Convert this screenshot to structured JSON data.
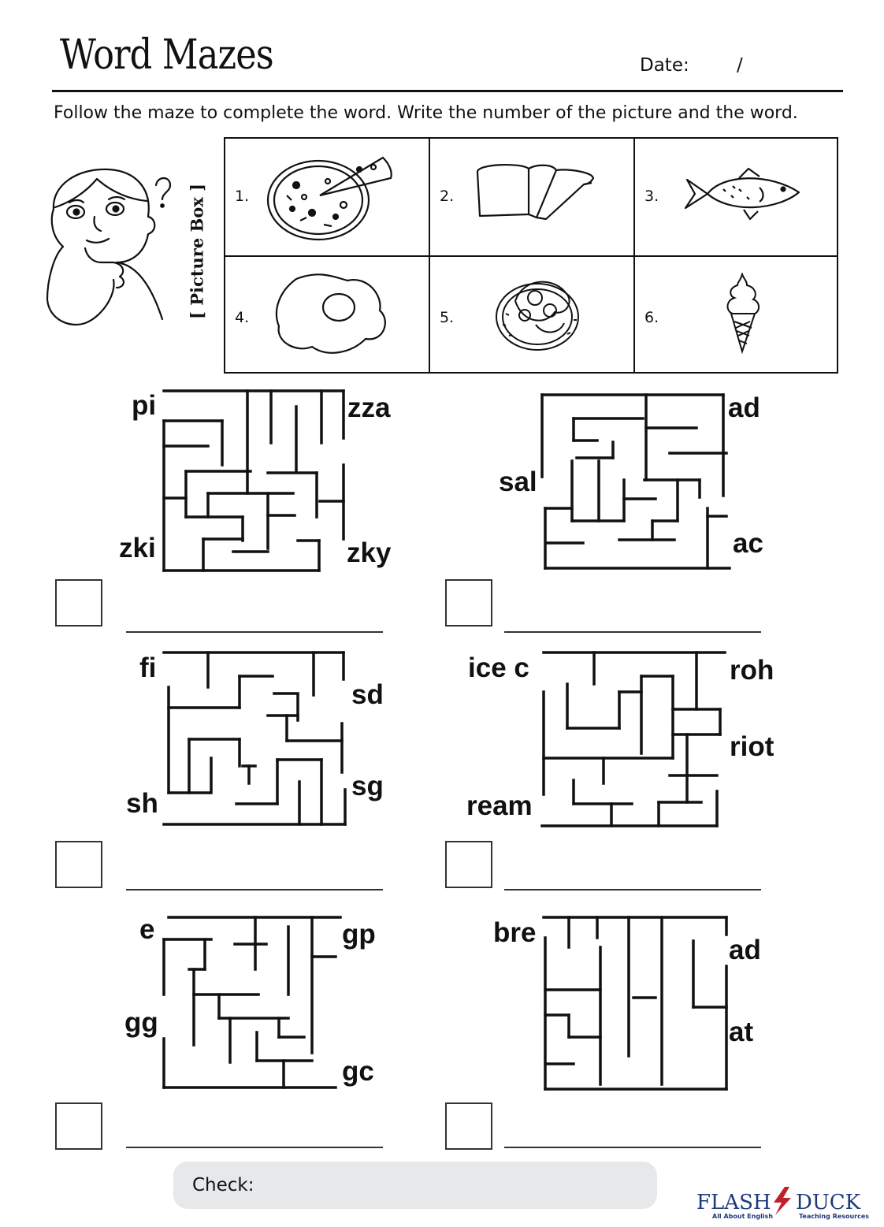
{
  "header": {
    "title": "Word Mazes",
    "date_label": "Date:",
    "date_separator": "/"
  },
  "instructions": "Follow the maze to complete the word. Write the number of the picture and the word.",
  "picture_box": {
    "label": "[ Picture Box ]",
    "items": [
      {
        "number": "1.",
        "icon": "pizza-icon"
      },
      {
        "number": "2.",
        "icon": "bread-icon"
      },
      {
        "number": "3.",
        "icon": "fish-icon"
      },
      {
        "number": "4.",
        "icon": "egg-icon"
      },
      {
        "number": "5.",
        "icon": "salad-icon"
      },
      {
        "number": "6.",
        "icon": "ice-cream-icon"
      }
    ]
  },
  "mazes": [
    {
      "start": "pi",
      "endings": [
        "zza",
        "zki",
        "zky"
      ]
    },
    {
      "start": "sal",
      "endings": [
        "ad",
        "ac"
      ]
    },
    {
      "start": "fi",
      "endings": [
        "sd",
        "sg",
        "sh"
      ]
    },
    {
      "start": "ice c",
      "endings": [
        "roh",
        "riot",
        "ream"
      ]
    },
    {
      "start": "e",
      "endings": [
        "gp",
        "gg",
        "gc"
      ]
    },
    {
      "start": "bre",
      "endings": [
        "ad",
        "at"
      ]
    }
  ],
  "footer": {
    "check_label": "Check:"
  },
  "brand": {
    "name_left": "FLASH",
    "name_right": "DUCK",
    "tagline_left": "All About English",
    "tagline_right": "Teaching Resources"
  }
}
